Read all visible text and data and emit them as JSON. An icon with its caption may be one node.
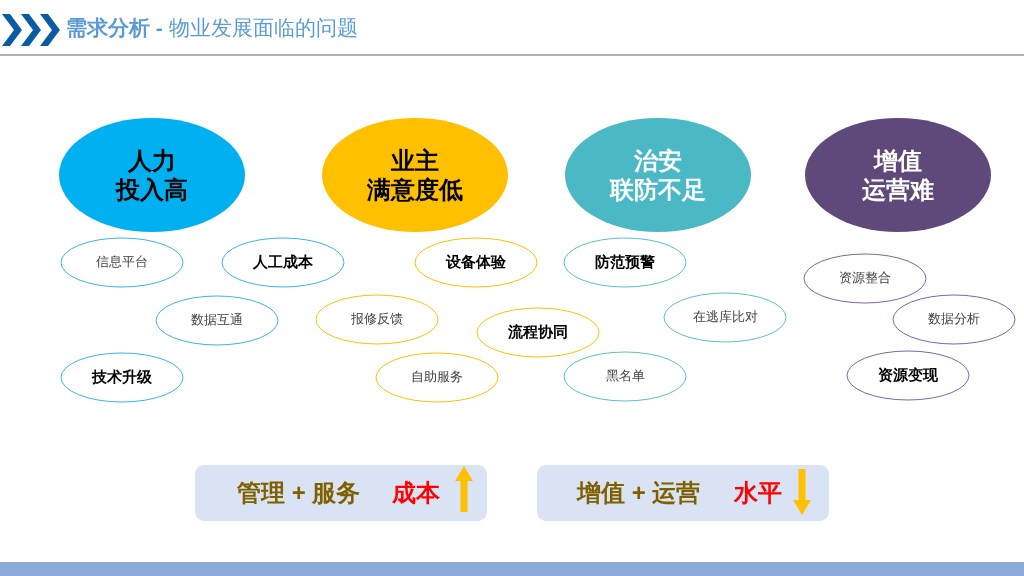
{
  "diagram": {
    "title": "**需求分析 -** 物业发展面临的问题",
    "nodes": [
      {
        "text": [
          "人力投入高"
        ]
      },
      {
        "text": [
          "信息平台"
        ]
      },
      {
        "text": [
          "人工成本"
        ]
      },
      {
        "text": [
          "数据互通"
        ]
      },
      {
        "text": [
          "技术升级"
        ]
      },
      {
        "text": [
          "业主满意度低"
        ]
      },
      {
        "text": [
          "设备体验"
        ]
      },
      {
        "text": [
          "报修反馈"
        ]
      },
      {
        "text": [
          "流程协同"
        ]
      },
      {
        "text": [
          "自助服务"
        ]
      },
      {
        "text": [
          "治安联防不足"
        ]
      },
      {
        "text": [
          "防范预警"
        ]
      },
      {
        "text": [
          "在逃库比对"
        ]
      },
      {
        "text": [
          "黑名单"
        ]
      },
      {
        "text": [
          "增值运营难"
        ]
      },
      {
        "text": [
          "资源整合"
        ]
      },
      {
        "text": [
          "数据分析"
        ]
      },
      {
        "text": [
          "资源变现"
        ]
      },
      {
        "text": [
          "管理 + 服务",
          "成本"
        ]
      },
      {
        "text": [
          "增值 + 运营",
          "水平"
        ]
      }
    ]
  }
}
